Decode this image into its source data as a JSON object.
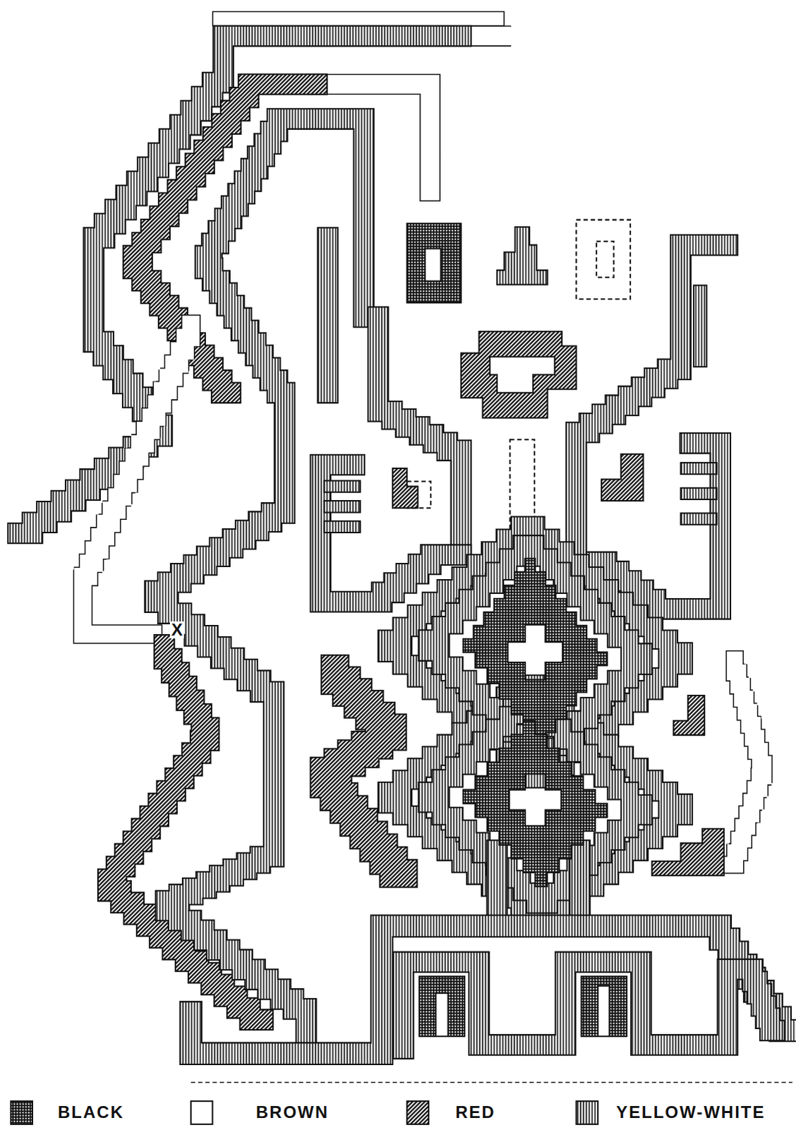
{
  "diagram": {
    "labels": [
      "X"
    ],
    "legend": [
      {
        "text": "BLACK"
      },
      {
        "text": "BROWN"
      },
      {
        "text": "RED"
      },
      {
        "text": "YELLOW-WHITE"
      }
    ]
  }
}
